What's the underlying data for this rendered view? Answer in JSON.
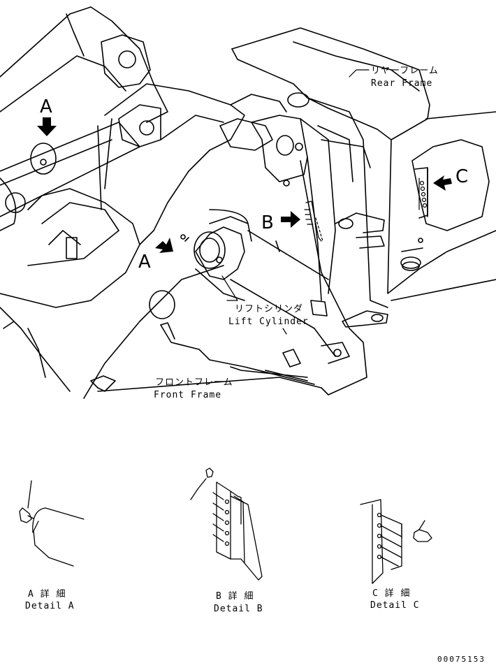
{
  "callouts": {
    "a_top": "A",
    "a_mid": "A",
    "b": "B",
    "c": "C"
  },
  "labels": {
    "rear_frame_jp": "リヤーフレーム",
    "rear_frame_en": "Rear Frame",
    "lift_cylinder_jp": "リフトシリンダ",
    "lift_cylinder_en": "Lift Cylinder",
    "front_frame_jp": "フロントフレーム",
    "front_frame_en": "Front Frame"
  },
  "details": {
    "a_jp": "A 詳 細",
    "a_en": "Detail A",
    "b_jp": "B 詳 細",
    "b_en": "Detail B",
    "c_jp": "C 詳 細",
    "c_en": "Detail C"
  },
  "drawing_number": "00075153"
}
